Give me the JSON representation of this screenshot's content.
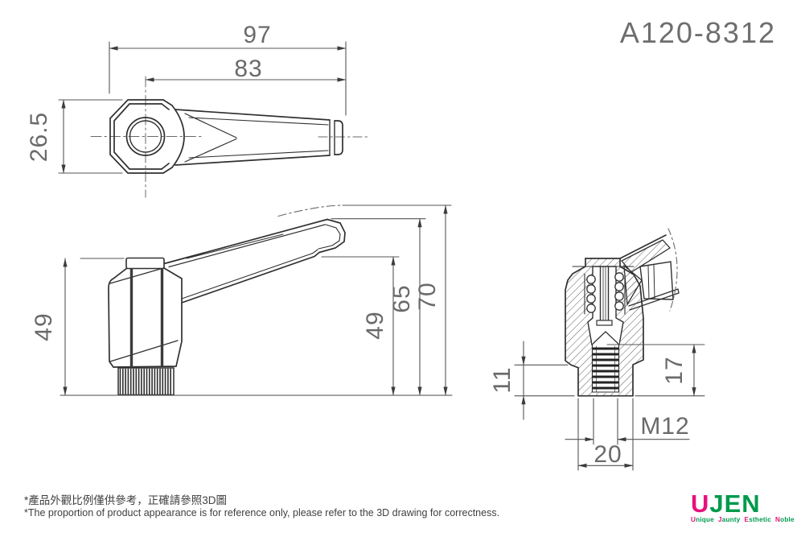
{
  "title": {
    "part_number": "A120-8312"
  },
  "drawing": {
    "description": "Adjustable clamp handle, 3 orthographic/section views",
    "top_view": {
      "dims": {
        "overall_length": "97",
        "handle_length": "83",
        "hub_across_flats": "26.5"
      }
    },
    "side_view": {
      "dims": {
        "body_height": "49",
        "handle_end_bottom_height": "49",
        "handle_end_top_height": "65",
        "overall_height": "70"
      }
    },
    "section_view": {
      "dims": {
        "thread_step_height": "11",
        "thread_depth": "17",
        "thread_size": "M12",
        "hub_width": "20"
      }
    }
  },
  "footnotes": {
    "zh": "*產品外觀比例僅供參考，正確請參照3D圖",
    "en": "*The proportion of product appearance is for reference only, please refer to the 3D drawing for correctness."
  },
  "logo": {
    "mark_first": "U",
    "mark_rest": "JEN",
    "tagline_words": [
      "Unique",
      "Jaunty",
      "Esthetic",
      "Noble"
    ],
    "colors": {
      "pink": "#e5127d",
      "green": "#009a4c"
    }
  },
  "line_colors": {
    "outline": "#303030",
    "dimension": "#555555",
    "label_text": "#6a6a6a"
  }
}
